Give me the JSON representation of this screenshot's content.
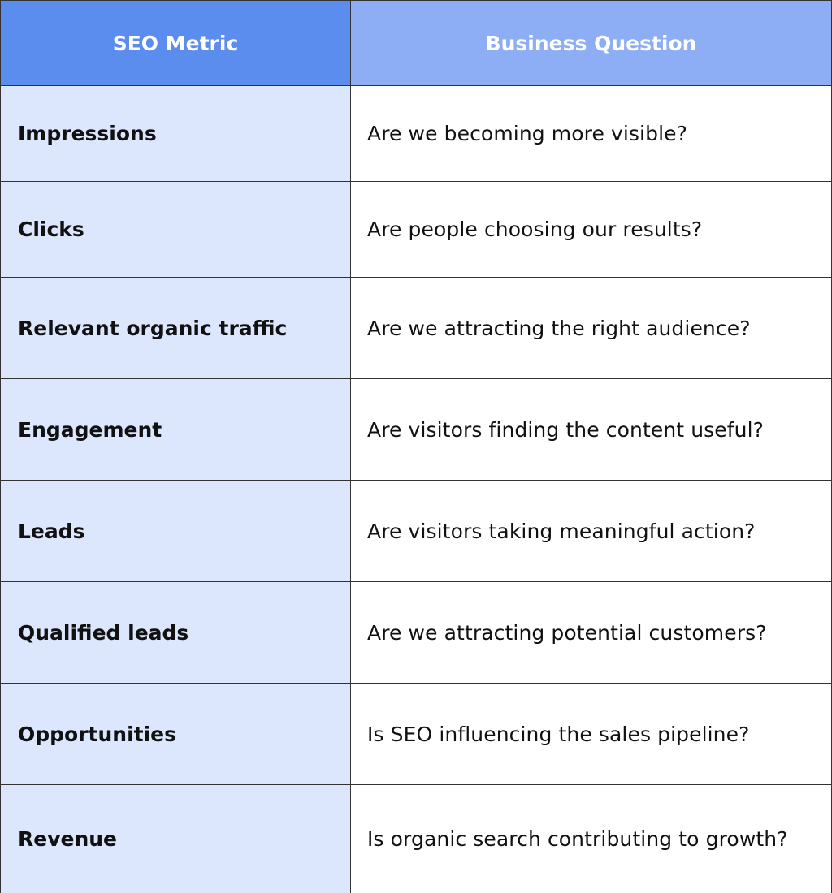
{
  "table": {
    "headers": {
      "metric": "SEO Metric",
      "question": "Business Question"
    },
    "colors": {
      "header_left": "#5b8def",
      "header_right": "#8daef5",
      "metric_cell": "#dce7fe",
      "question_cell": "#ffffff",
      "border": "#333333"
    },
    "rows": [
      {
        "metric": "Impressions",
        "question": "Are we becoming more visible?"
      },
      {
        "metric": "Clicks",
        "question": "Are people choosing our results?"
      },
      {
        "metric": "Relevant organic traffic",
        "question": "Are we attracting the right audience?"
      },
      {
        "metric": "Engagement",
        "question": "Are visitors finding the content useful?"
      },
      {
        "metric": "Leads",
        "question": "Are visitors taking meaningful action?"
      },
      {
        "metric": "Qualified leads",
        "question": "Are we attracting potential customers?"
      },
      {
        "metric": "Opportunities",
        "question": "Is SEO influencing the sales pipeline?"
      },
      {
        "metric": "Revenue",
        "question": "Is organic search contributing to growth?"
      }
    ]
  }
}
